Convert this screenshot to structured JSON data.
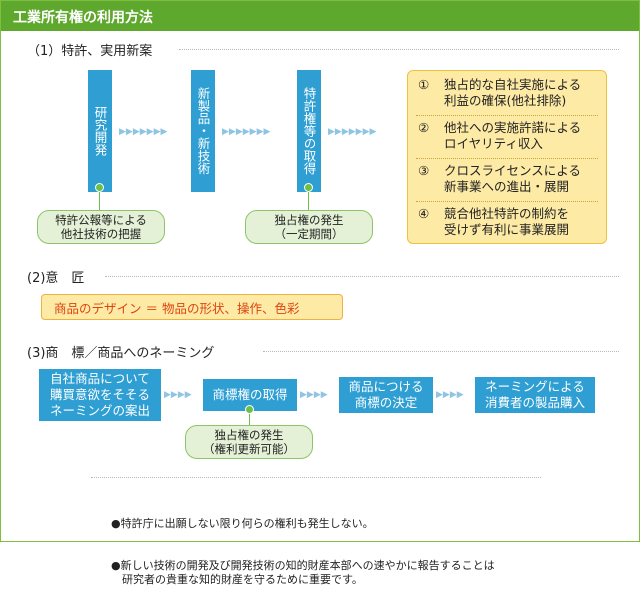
{
  "title": "工業所有権の利用方法",
  "section1": {
    "heading": "（1）特許、実用新案",
    "flow": [
      "研究開発",
      "新製品・新技術",
      "特許権等の取得"
    ],
    "pills": [
      "特許公報等による\n他社技術の把握",
      "独占権の発生\n（一定期間）"
    ],
    "items": [
      {
        "num": "①",
        "text": "独占的な自社実施による\n利益の確保(他社排除)"
      },
      {
        "num": "②",
        "text": "他社への実施許諾による\nロイヤリティ収入"
      },
      {
        "num": "③",
        "text": "クロスライセンスによる\n新事業への進出・展開"
      },
      {
        "num": "④",
        "text": "競合他社特許の制約を\n受けず有利に事業展開"
      }
    ]
  },
  "section2": {
    "heading": "(2)意　匠",
    "pill": "商品のデザイン ＝ 物品の形状、操作、色彩"
  },
  "section3": {
    "heading": "(3)商　標／商品へのネーミング",
    "flow": [
      "自社商品について\n購買意欲をそそる\nネーミングの案出",
      "商標権の取得",
      "商品につける\n商標の決定",
      "ネーミングによる\n消費者の製品購入"
    ],
    "pill": "独占権の発生\n（権利更新可能）"
  },
  "notes": [
    "●特許庁に出願しない限り何らの権利も発生しない。",
    "●新しい技術の開発及び開発技術の知的財産本部への速やかに報告することは\n　研究者の貴重な知的財産を守るために重要です。"
  ],
  "colors": {
    "accent_green": "#5fa82e",
    "box_blue": "#2f9fd3",
    "pill_green": "#e4f1d6",
    "note_yellow": "#fdeaa5",
    "arrow_blue": "#8fc4e3"
  }
}
